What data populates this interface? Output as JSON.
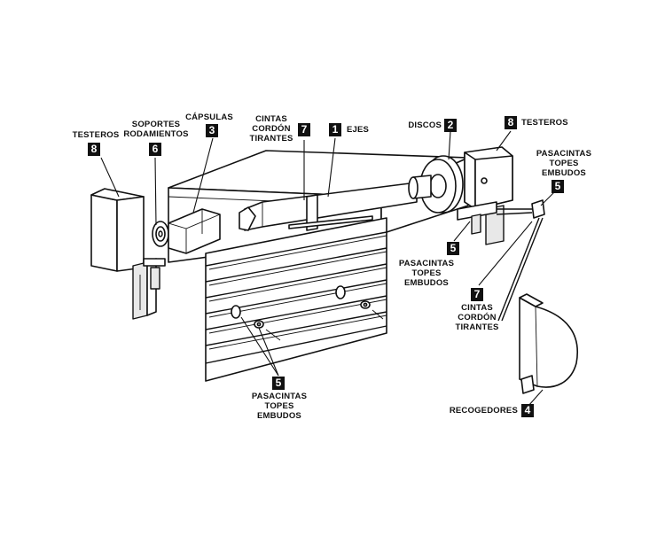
{
  "labels": {
    "testeros_left": "TESTEROS",
    "soportes": "SOPORTES\nRODAMIENTOS",
    "capsulas": "CÁPSULAS",
    "cintas_top": "CINTAS\nCORDÓN\nTIRANTES",
    "ejes": "EJES",
    "discos": "DISCOS",
    "testeros_right": "TESTEROS",
    "pasacintas_top_right": "PASACINTAS\nTOPES\nEMBUDOS",
    "pasacintas_mid": "PASACINTAS\nTOPES\nEMBUDOS",
    "cintas_right": "CINTAS\nCORDÓN\nTIRANTES",
    "pasacintas_bottom": "PASACINTAS\nTOPES\nEMBUDOS",
    "recogedores": "RECOGEDORES"
  },
  "numbers": {
    "testeros_left": "8",
    "soportes": "6",
    "capsulas": "3",
    "cintas_top": "7",
    "ejes": "1",
    "discos": "2",
    "testeros_right": "8",
    "pasacintas_top_right": "5",
    "pasacintas_mid": "5",
    "cintas_right": "7",
    "pasacintas_bottom": "5",
    "recogedores": "4"
  }
}
